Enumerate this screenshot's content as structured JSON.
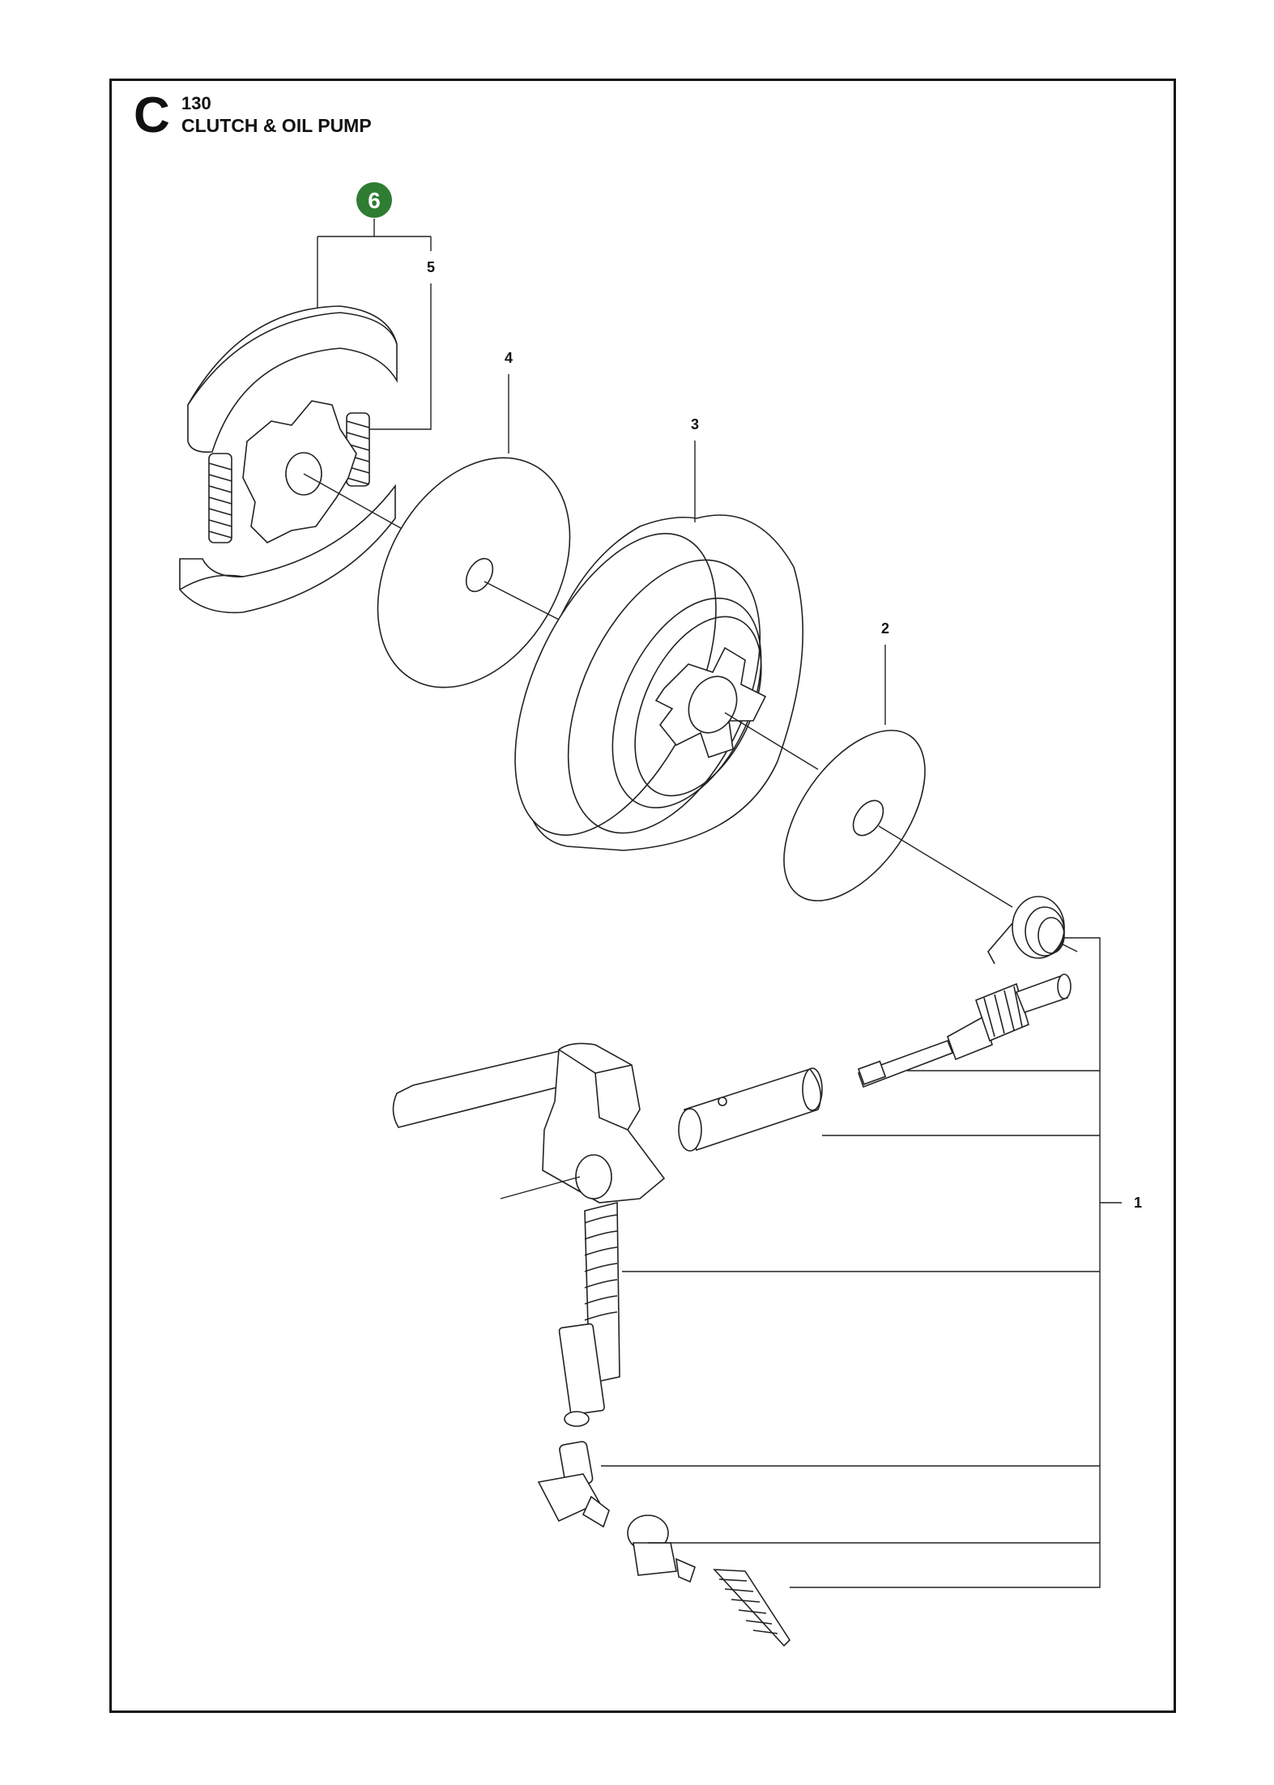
{
  "section": {
    "letter": "C",
    "number": "130",
    "title": "CLUTCH & OIL PUMP"
  },
  "badge": {
    "label": "6",
    "color": "#2e7d32"
  },
  "callouts": {
    "c1": "1",
    "c2": "2",
    "c3": "3",
    "c4": "4",
    "c5": "5"
  }
}
